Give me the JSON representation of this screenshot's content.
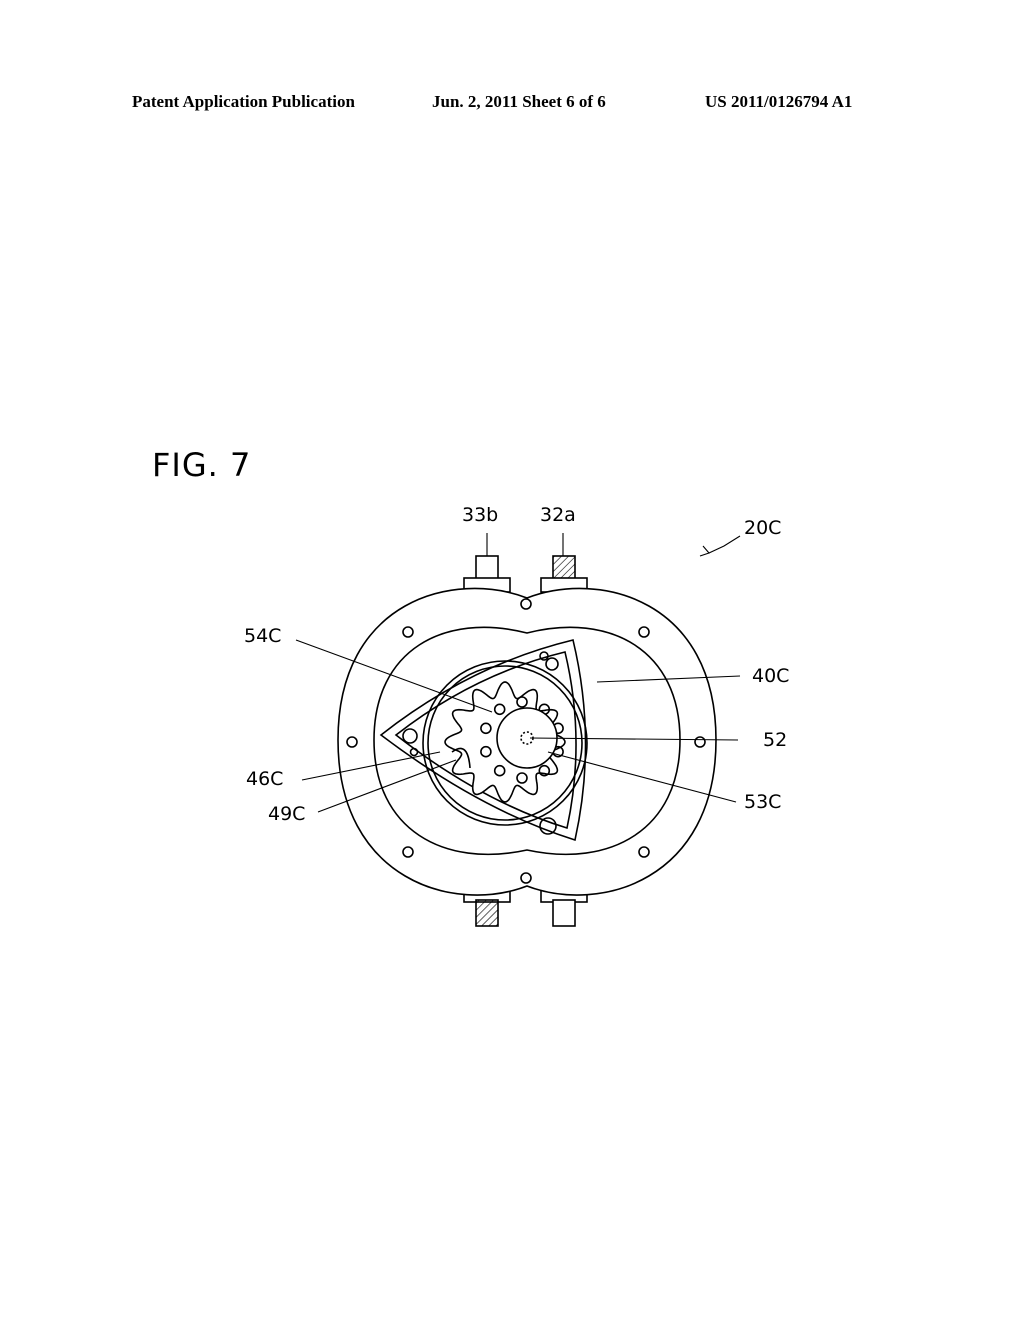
{
  "header": {
    "publication": "Patent Application Publication",
    "date_sheet": "Jun. 2, 2011   Sheet 6 of 6",
    "number": "US 2011/0126794 A1"
  },
  "figure": {
    "title": "FIG. 7",
    "labels": {
      "ref_33b": "33b",
      "ref_32a": "32a",
      "ref_20C": "20C",
      "ref_54C": "54C",
      "ref_40C": "40C",
      "ref_52": "52",
      "ref_46C": "46C",
      "ref_49C": "49C",
      "ref_53C": "53C"
    }
  }
}
